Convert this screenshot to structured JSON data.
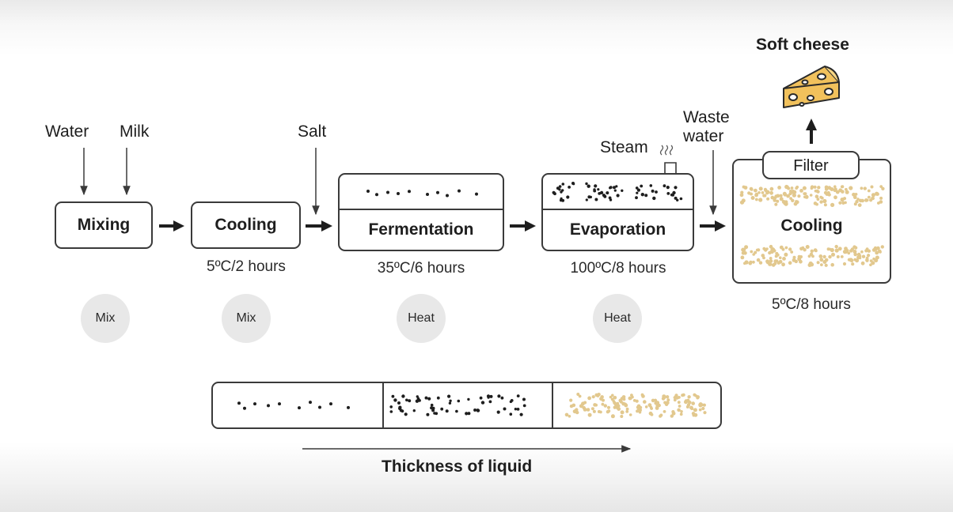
{
  "inputs": {
    "water": "Water",
    "milk": "Milk",
    "salt": "Salt",
    "steam": "Steam",
    "waste_water_line1": "Waste",
    "waste_water_line2": "water"
  },
  "stages": {
    "mixing": {
      "label": "Mixing",
      "action": "Mix"
    },
    "cooling1": {
      "label": "Cooling",
      "condition": "5ºC/2 hours",
      "action": "Mix"
    },
    "fermentation": {
      "label": "Fermentation",
      "condition": "35ºC/6 hours",
      "action": "Heat"
    },
    "evaporation": {
      "label": "Evaporation",
      "condition": "100ºC/8 hours",
      "action": "Heat"
    },
    "cooling2": {
      "label": "Cooling",
      "filter_label": "Filter",
      "condition": "5ºC/8 hours"
    }
  },
  "output": {
    "label": "Soft cheese"
  },
  "legend": {
    "caption": "Thickness of liquid"
  },
  "colors": {
    "stroke": "#3a3a3a",
    "curd": "#e2c88e",
    "dot": "#1e1e1e",
    "action_bg": "#e8e8e8",
    "cheese": "#f1c15c"
  }
}
